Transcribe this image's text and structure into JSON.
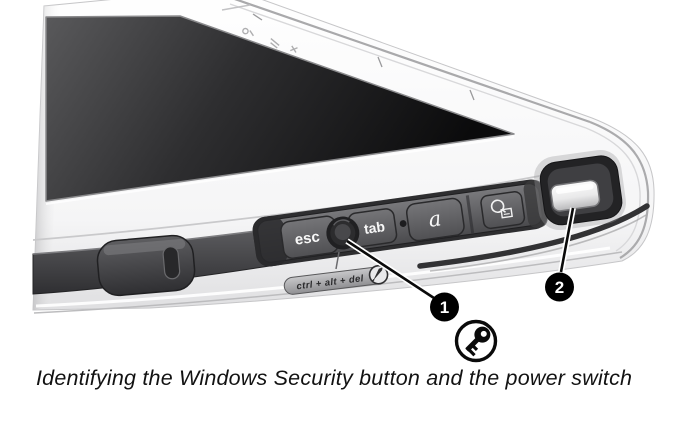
{
  "figure": {
    "caption": "Identifying the Windows Security button and the power switch",
    "edge_buttons": {
      "esc": "esc",
      "tab": "tab",
      "alpha": "a"
    },
    "labels": {
      "security_shortcut": "ctrl + alt + del"
    },
    "callouts": {
      "windows_security_button": "1",
      "power_switch": "2"
    },
    "icons": {
      "key_badge": "key-icon",
      "pen": "pen-icon",
      "q_menu": "q-menu-icon",
      "status_indicators": "status-indicator-icons"
    },
    "colors": {
      "background": "#ffffff",
      "screen": "#1b1b1d",
      "button_strip": "#5a5a5d",
      "button_text": "#ffffff",
      "rubber_trim": "#424245",
      "callout_bg": "#000000",
      "callout_text": "#ffffff"
    }
  }
}
